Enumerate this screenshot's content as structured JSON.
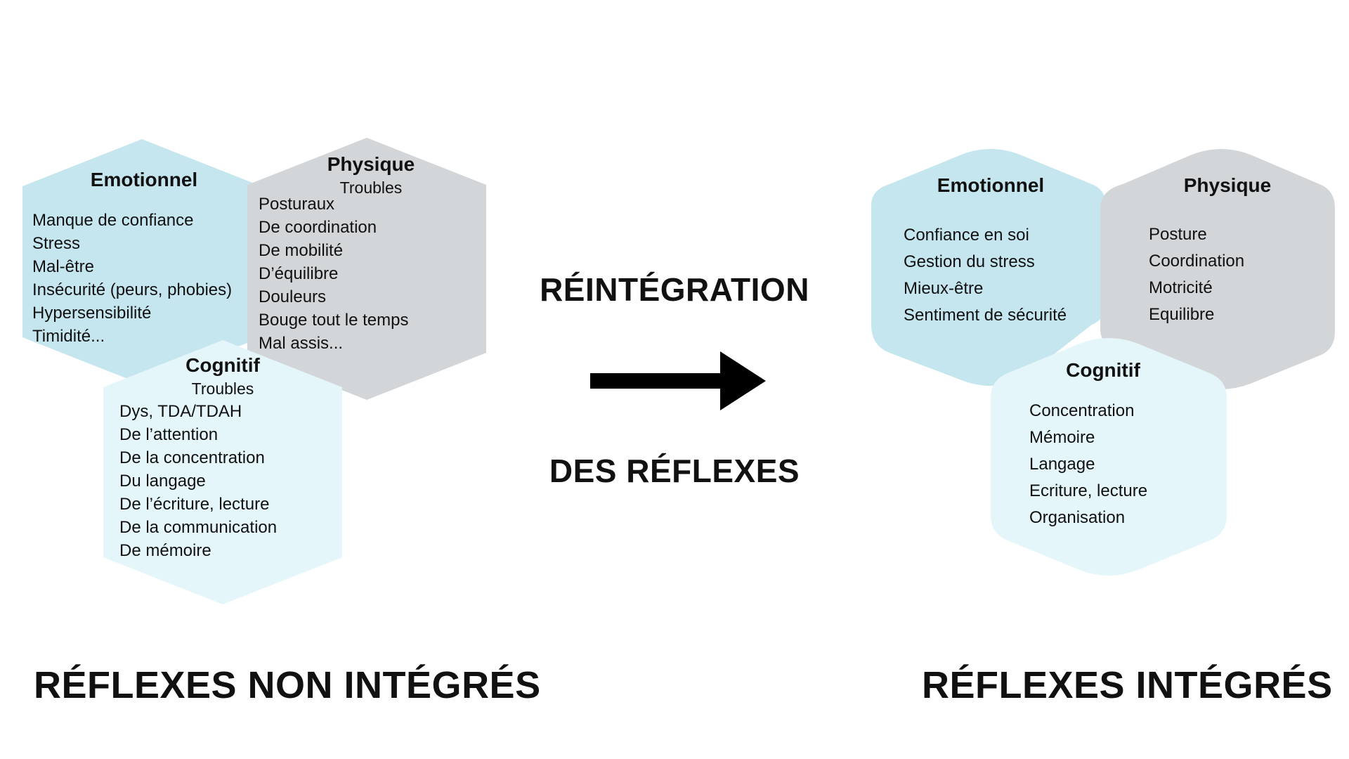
{
  "colors": {
    "emotional": "#c6e6ef",
    "physical": "#d2d6d9",
    "cognitive": "#e5f6fb",
    "text": "#111111",
    "arrow": "#000000"
  },
  "left": {
    "title": "RÉFLEXES NON INTÉGRÉS",
    "emotionnel": {
      "heading": "Emotionnel",
      "items": [
        "Manque de confiance",
        "Stress",
        "Mal-être",
        "Insécurité (peurs, phobies)",
        "Hypersensibilité",
        "Timidité..."
      ]
    },
    "physique": {
      "heading": "Physique",
      "subheading": "Troubles",
      "items": [
        "Posturaux",
        "De coordination",
        "De mobilité",
        "D’équilibre",
        "Douleurs",
        "Bouge tout le temps",
        "Mal assis..."
      ]
    },
    "cognitif": {
      "heading": "Cognitif",
      "subheading": "Troubles",
      "items": [
        "Dys, TDA/TDAH",
        "De l’attention",
        "De la concentration",
        "Du langage",
        "De l’écriture, lecture",
        "De la communication",
        "De mémoire"
      ]
    }
  },
  "center": {
    "line1": "RÉINTÉGRATION",
    "line2": "DES RÉFLEXES",
    "arrow_icon": "right-arrow-icon"
  },
  "right": {
    "title": "RÉFLEXES INTÉGRÉS",
    "emotionnel": {
      "heading": "Emotionnel",
      "items": [
        "Confiance en soi",
        "Gestion du stress",
        "Mieux-être",
        "Sentiment de sécurité"
      ]
    },
    "physique": {
      "heading": "Physique",
      "items": [
        "Posture",
        "Coordination",
        "Motricité",
        "Equilibre"
      ]
    },
    "cognitif": {
      "heading": "Cognitif",
      "items": [
        "Concentration",
        "Mémoire",
        "Langage",
        "Ecriture, lecture",
        "Organisation"
      ]
    }
  }
}
